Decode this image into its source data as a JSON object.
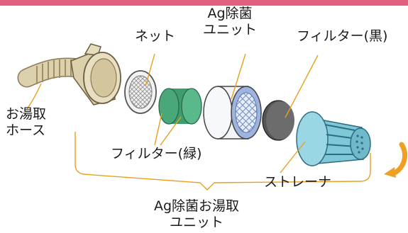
{
  "colors": {
    "top_band": "#e0607e",
    "leader_line": "#e8a020",
    "rotation_arrow": "#f0a020",
    "filter_green": "#5ab98a",
    "filter_black": "#6c6c6c",
    "strainer": "#7fc8d8",
    "hose": "#ddd0ad",
    "unit_blue": "#9db4de"
  },
  "labels": {
    "ag_unit": [
      "Ag除菌",
      "ユニット"
    ],
    "net": "ネット",
    "filter_black": "フィルター(黒)",
    "hose": [
      "お湯取",
      "ホース"
    ],
    "filter_green": "フィルター(緑)",
    "strainer": "ストレーナ",
    "ag_hot_water_unit": [
      "Ag除菌お湯取",
      "ユニット"
    ]
  },
  "icons": {
    "rotation": "curved-rotation-arrow-icon"
  }
}
